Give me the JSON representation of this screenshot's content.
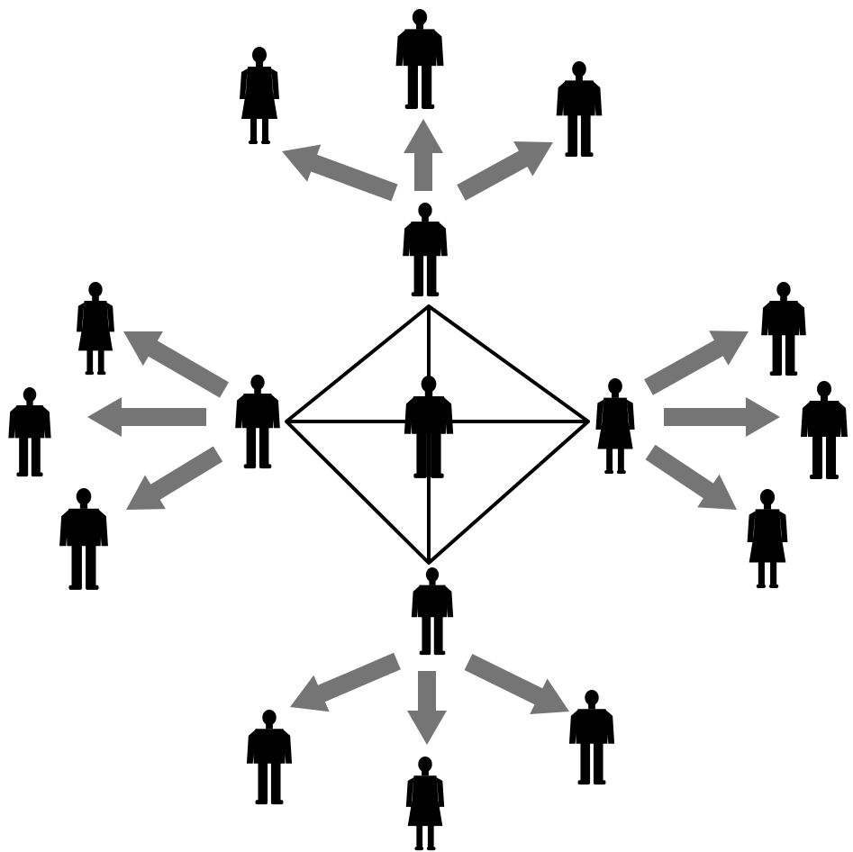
{
  "colors": {
    "background": "#ffffff",
    "silhouette": "#000000",
    "arrow": "#757575",
    "frame_line": "#000000"
  },
  "icons": {
    "person": "person-silhouette-icon",
    "arrow": "arrow-icon"
  },
  "structure": {
    "center_person": "person-center",
    "hub_people": [
      "person-hub-top",
      "person-hub-left",
      "person-hub-right",
      "person-hub-bottom"
    ],
    "outer_people_per_hub": 3
  }
}
